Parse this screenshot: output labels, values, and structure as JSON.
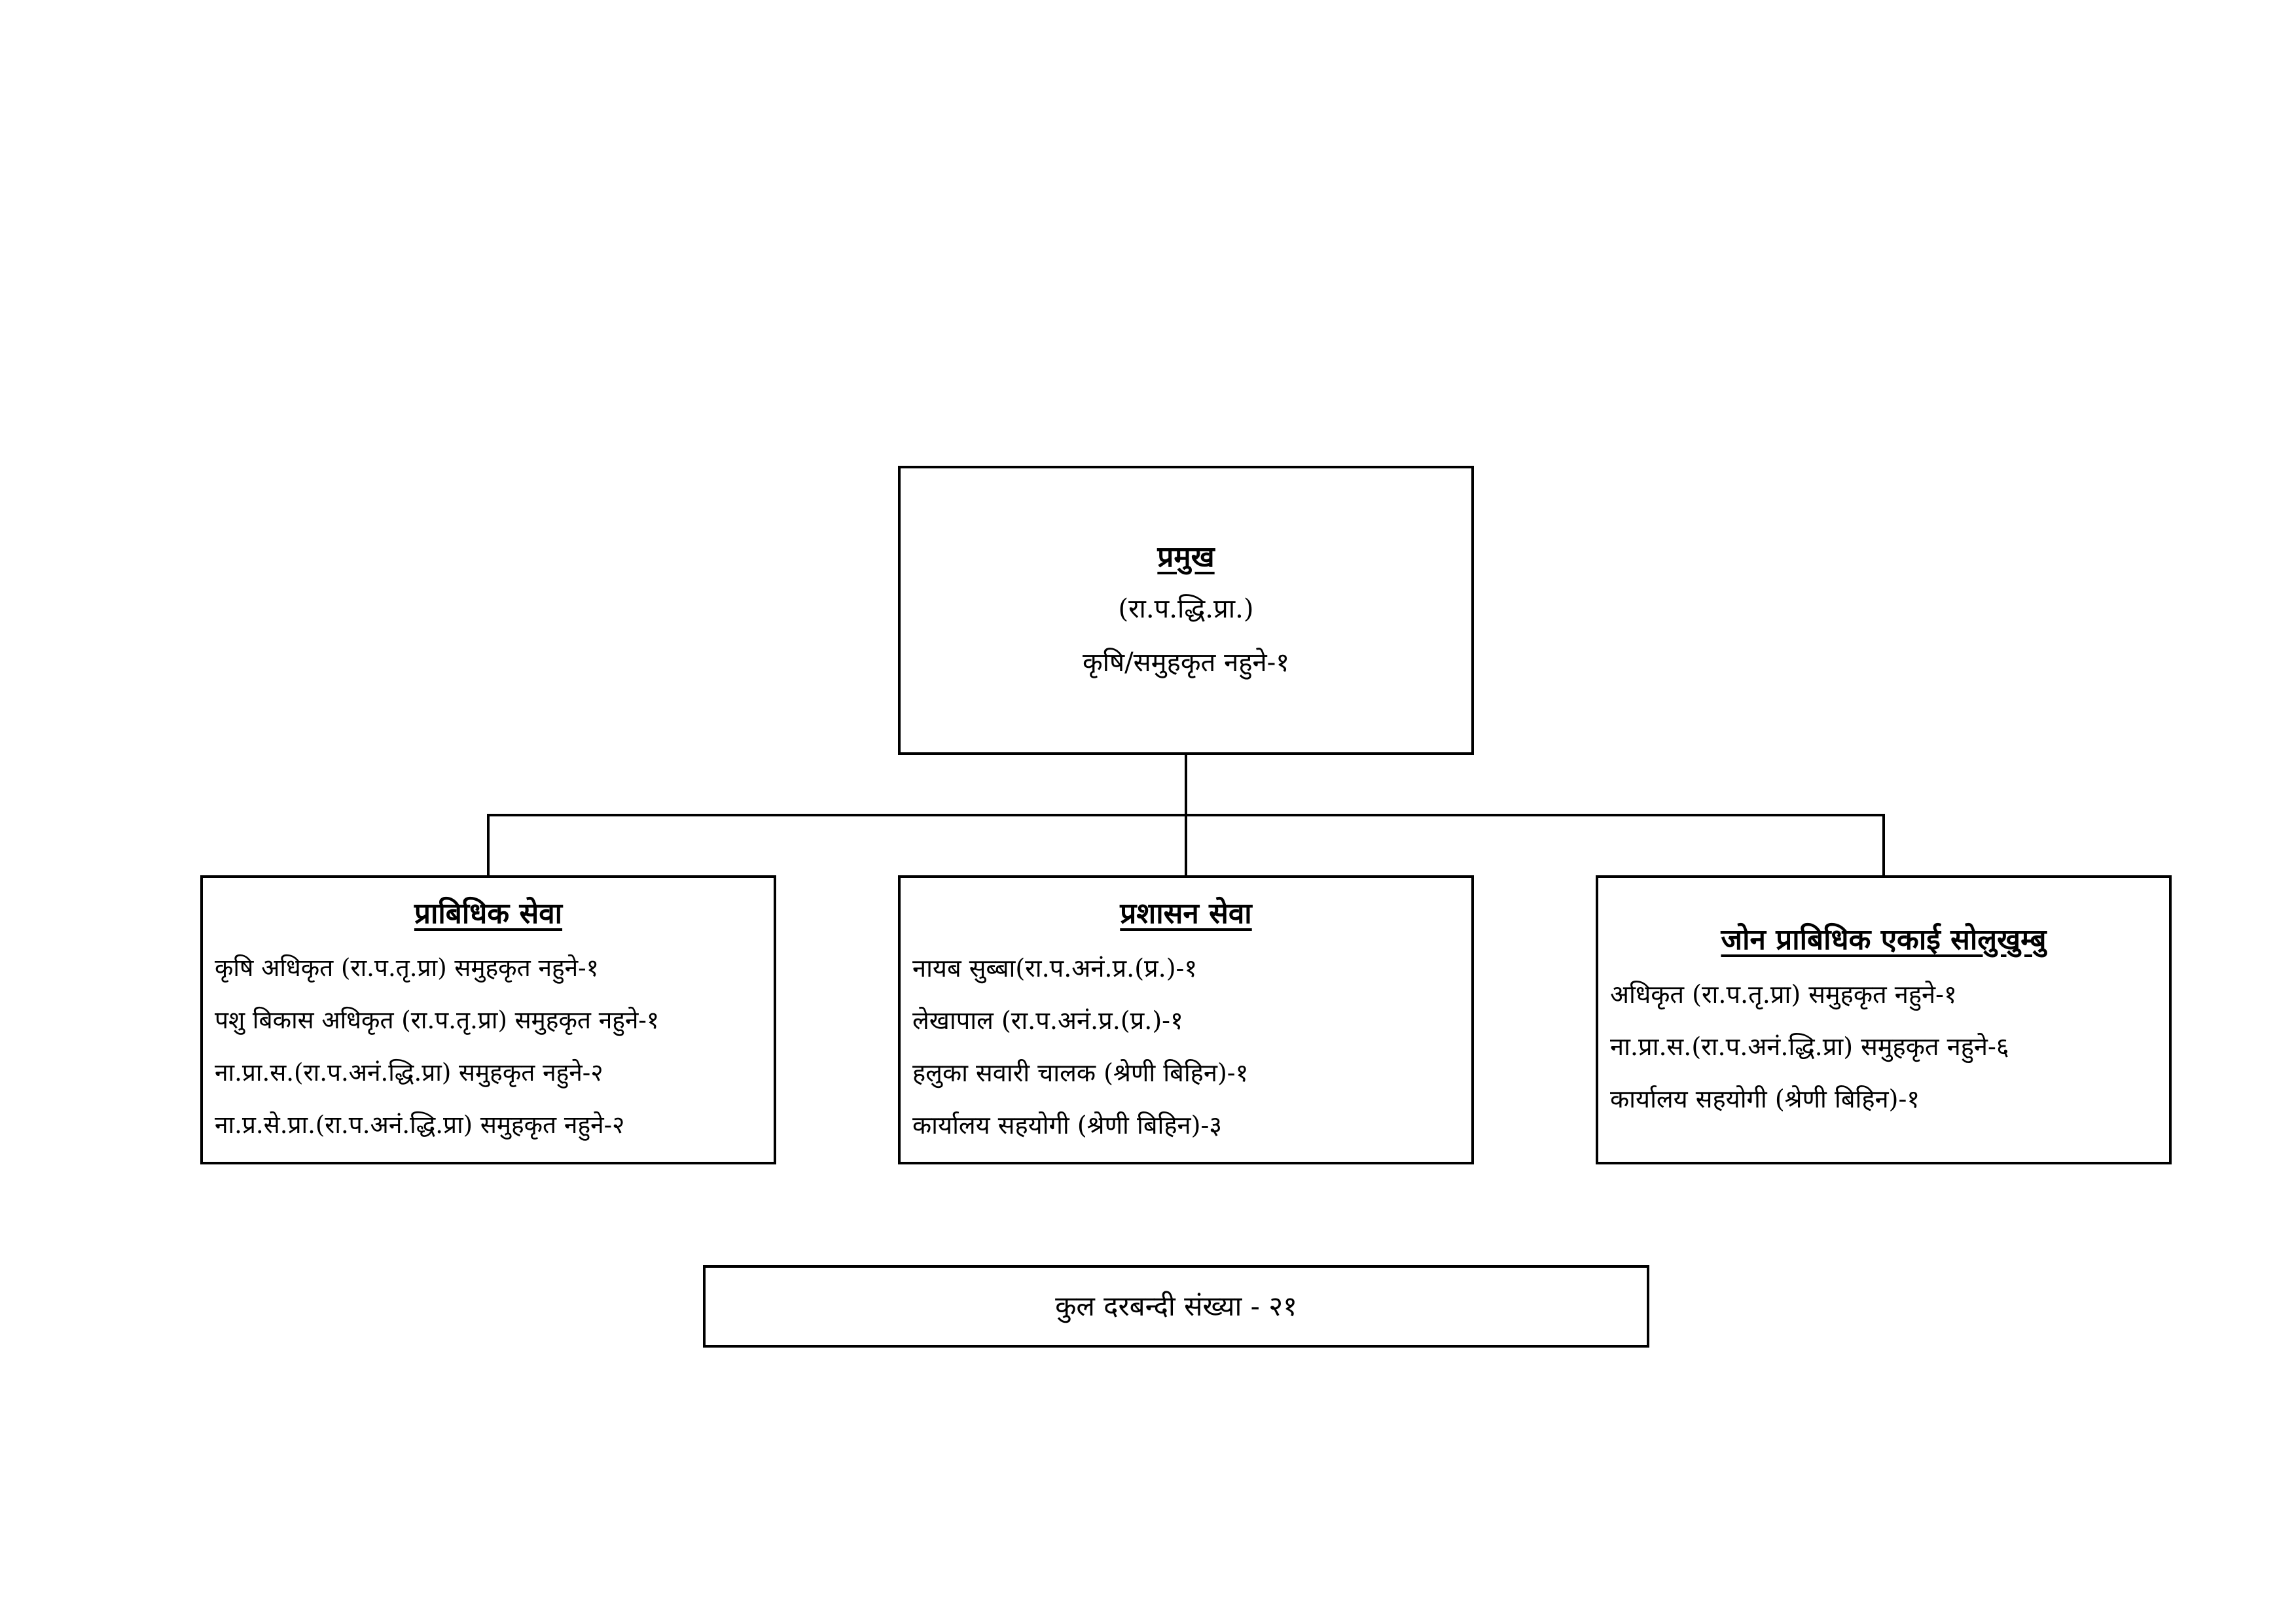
{
  "head": {
    "title": "प्रमुख",
    "grade": "(रा.प.द्धि.प्रा.)",
    "position": "कृषि/समुहकृत नहुने-१"
  },
  "departments": [
    {
      "title": "प्राबिधिक सेवा",
      "items": [
        "कृषि अधिकृत (रा.प.तृ.प्रा) समुहकृत नहुने-१",
        "पशु बिकास अधिकृत (रा.प.तृ.प्रा) समुहकृत नहुने-१",
        "ना.प्रा.स.(रा.प.अनं.द्धि.प्रा) समुहकृत नहुने-२",
        "ना.प्र.से.प्रा.(रा.प.अनं.द्धि.प्रा) समुहकृत नहुने-२"
      ]
    },
    {
      "title": "प्रशासन सेवा",
      "items": [
        "नायब सुब्बा(रा.प.अनं.प्र.(प्र.)-१",
        "लेखापाल (रा.प.अनं.प्र.(प्र.)-१",
        "हलुका सवारी चालक (श्रेणी बिहिन)-१",
        "कार्यालय सहयोगी (श्रेणी बिहिन)-३"
      ]
    },
    {
      "title": "जोन प्राबिधिक एकाई सोलुखुम्बु",
      "items": [
        "अधिकृत (रा.प.तृ.प्रा) समुहकृत नहुने-१",
        "ना.प्रा.स.(रा.प.अनं.द्धि.प्रा) समुहकृत नहुने-६",
        "कार्यालय सहयोगी (श्रेणी बिहिन)-१"
      ]
    }
  ],
  "total": {
    "label": "कुल दरबन्दी संख्या - २१"
  }
}
